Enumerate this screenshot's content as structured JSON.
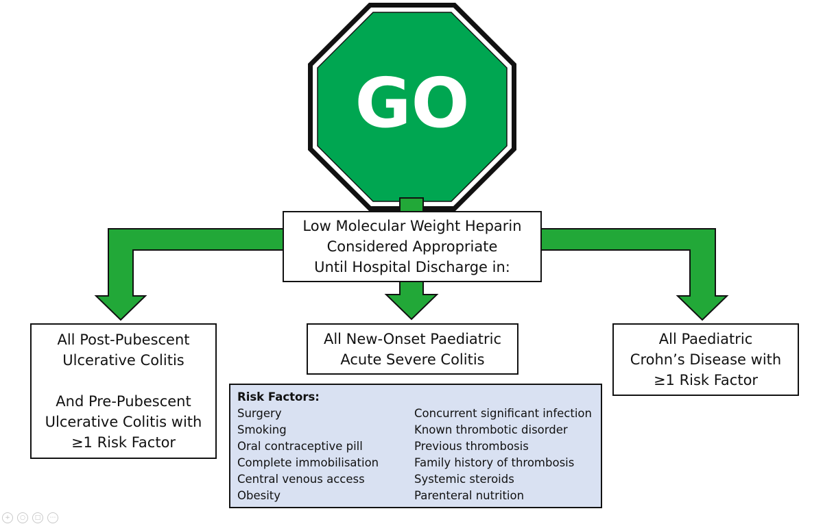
{
  "sign": {
    "label": "GO"
  },
  "center_box": {
    "lines": [
      "Low Molecular Weight Heparin",
      "Considered Appropriate",
      "Until Hospital Discharge in:"
    ]
  },
  "left_box": {
    "lines": [
      "All Post-Pubescent",
      "Ulcerative Colitis",
      "",
      "And Pre-Pubescent",
      "Ulcerative Colitis with",
      "≥1 Risk Factor"
    ]
  },
  "middle_box": {
    "lines": [
      "All New-Onset Paediatric",
      "Acute Severe Colitis"
    ]
  },
  "right_box": {
    "lines": [
      "All Paediatric",
      "Crohn’s Disease with",
      "≥1 Risk Factor"
    ]
  },
  "risk_factors": {
    "title": "Risk Factors:",
    "left": [
      "Surgery",
      "Smoking",
      "Oral contraceptive pill",
      "Complete immobilisation",
      "Central venous access",
      "Obesity"
    ],
    "right": [
      "Concurrent significant infection",
      "Known thrombotic disorder",
      "Previous thrombosis",
      "Family history of thrombosis",
      "Systemic steroids",
      "Parenteral nutrition"
    ]
  },
  "colors": {
    "sign_green": "#00a651",
    "arrow_green": "#22a838",
    "outline": "#111111",
    "risk_bg": "#d9e1f2"
  },
  "toolbar": {
    "icons": [
      "zoom-in-icon",
      "search-icon",
      "slideshow-icon",
      "more-icon"
    ]
  }
}
